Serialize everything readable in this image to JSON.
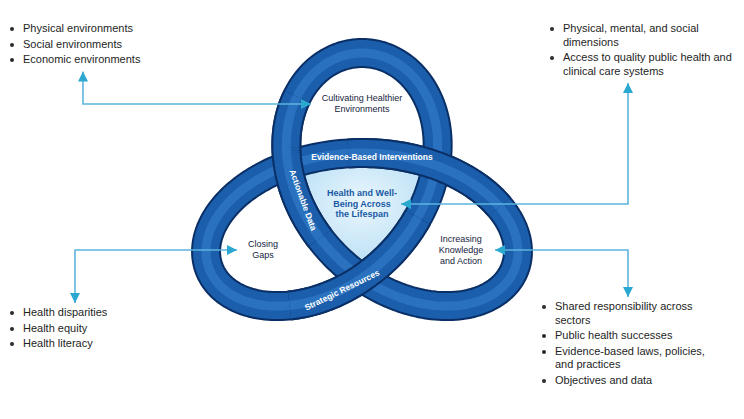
{
  "diagram": {
    "nodes": [
      {
        "text": [
          "Physical environments",
          "Social environments",
          "Economic environments"
        ]
      },
      {
        "text": [
          "Physical, mental, and social dimensions",
          "Access to quality public health and clinical care systems"
        ]
      },
      {
        "text": [
          "Cultivating Healthier Environments"
        ]
      },
      {
        "text": [
          "Health and Well-Being Across the Lifespan"
        ]
      },
      {
        "text": [
          "Closing Gaps"
        ]
      },
      {
        "text": [
          "Increasing Knowledge and Action"
        ]
      },
      {
        "text": [
          "Health disparities",
          "Health equity",
          "Health literacy"
        ]
      },
      {
        "text": [
          "Shared responsibility across sectors",
          "Public health successes",
          "Evidence-based laws, policies, and practices",
          "Objectives and data"
        ]
      }
    ],
    "edges": [
      {
        "from": 2,
        "to": 0,
        "arrow": "both"
      },
      {
        "from": 3,
        "to": 1,
        "arrow": "both"
      },
      {
        "from": 4,
        "to": 6,
        "arrow": "both"
      },
      {
        "from": 5,
        "to": 7,
        "arrow": "both"
      }
    ],
    "labels": [
      "Actionable Data",
      "Evidence-Based Interventions",
      "Strategic Resources"
    ]
  }
}
